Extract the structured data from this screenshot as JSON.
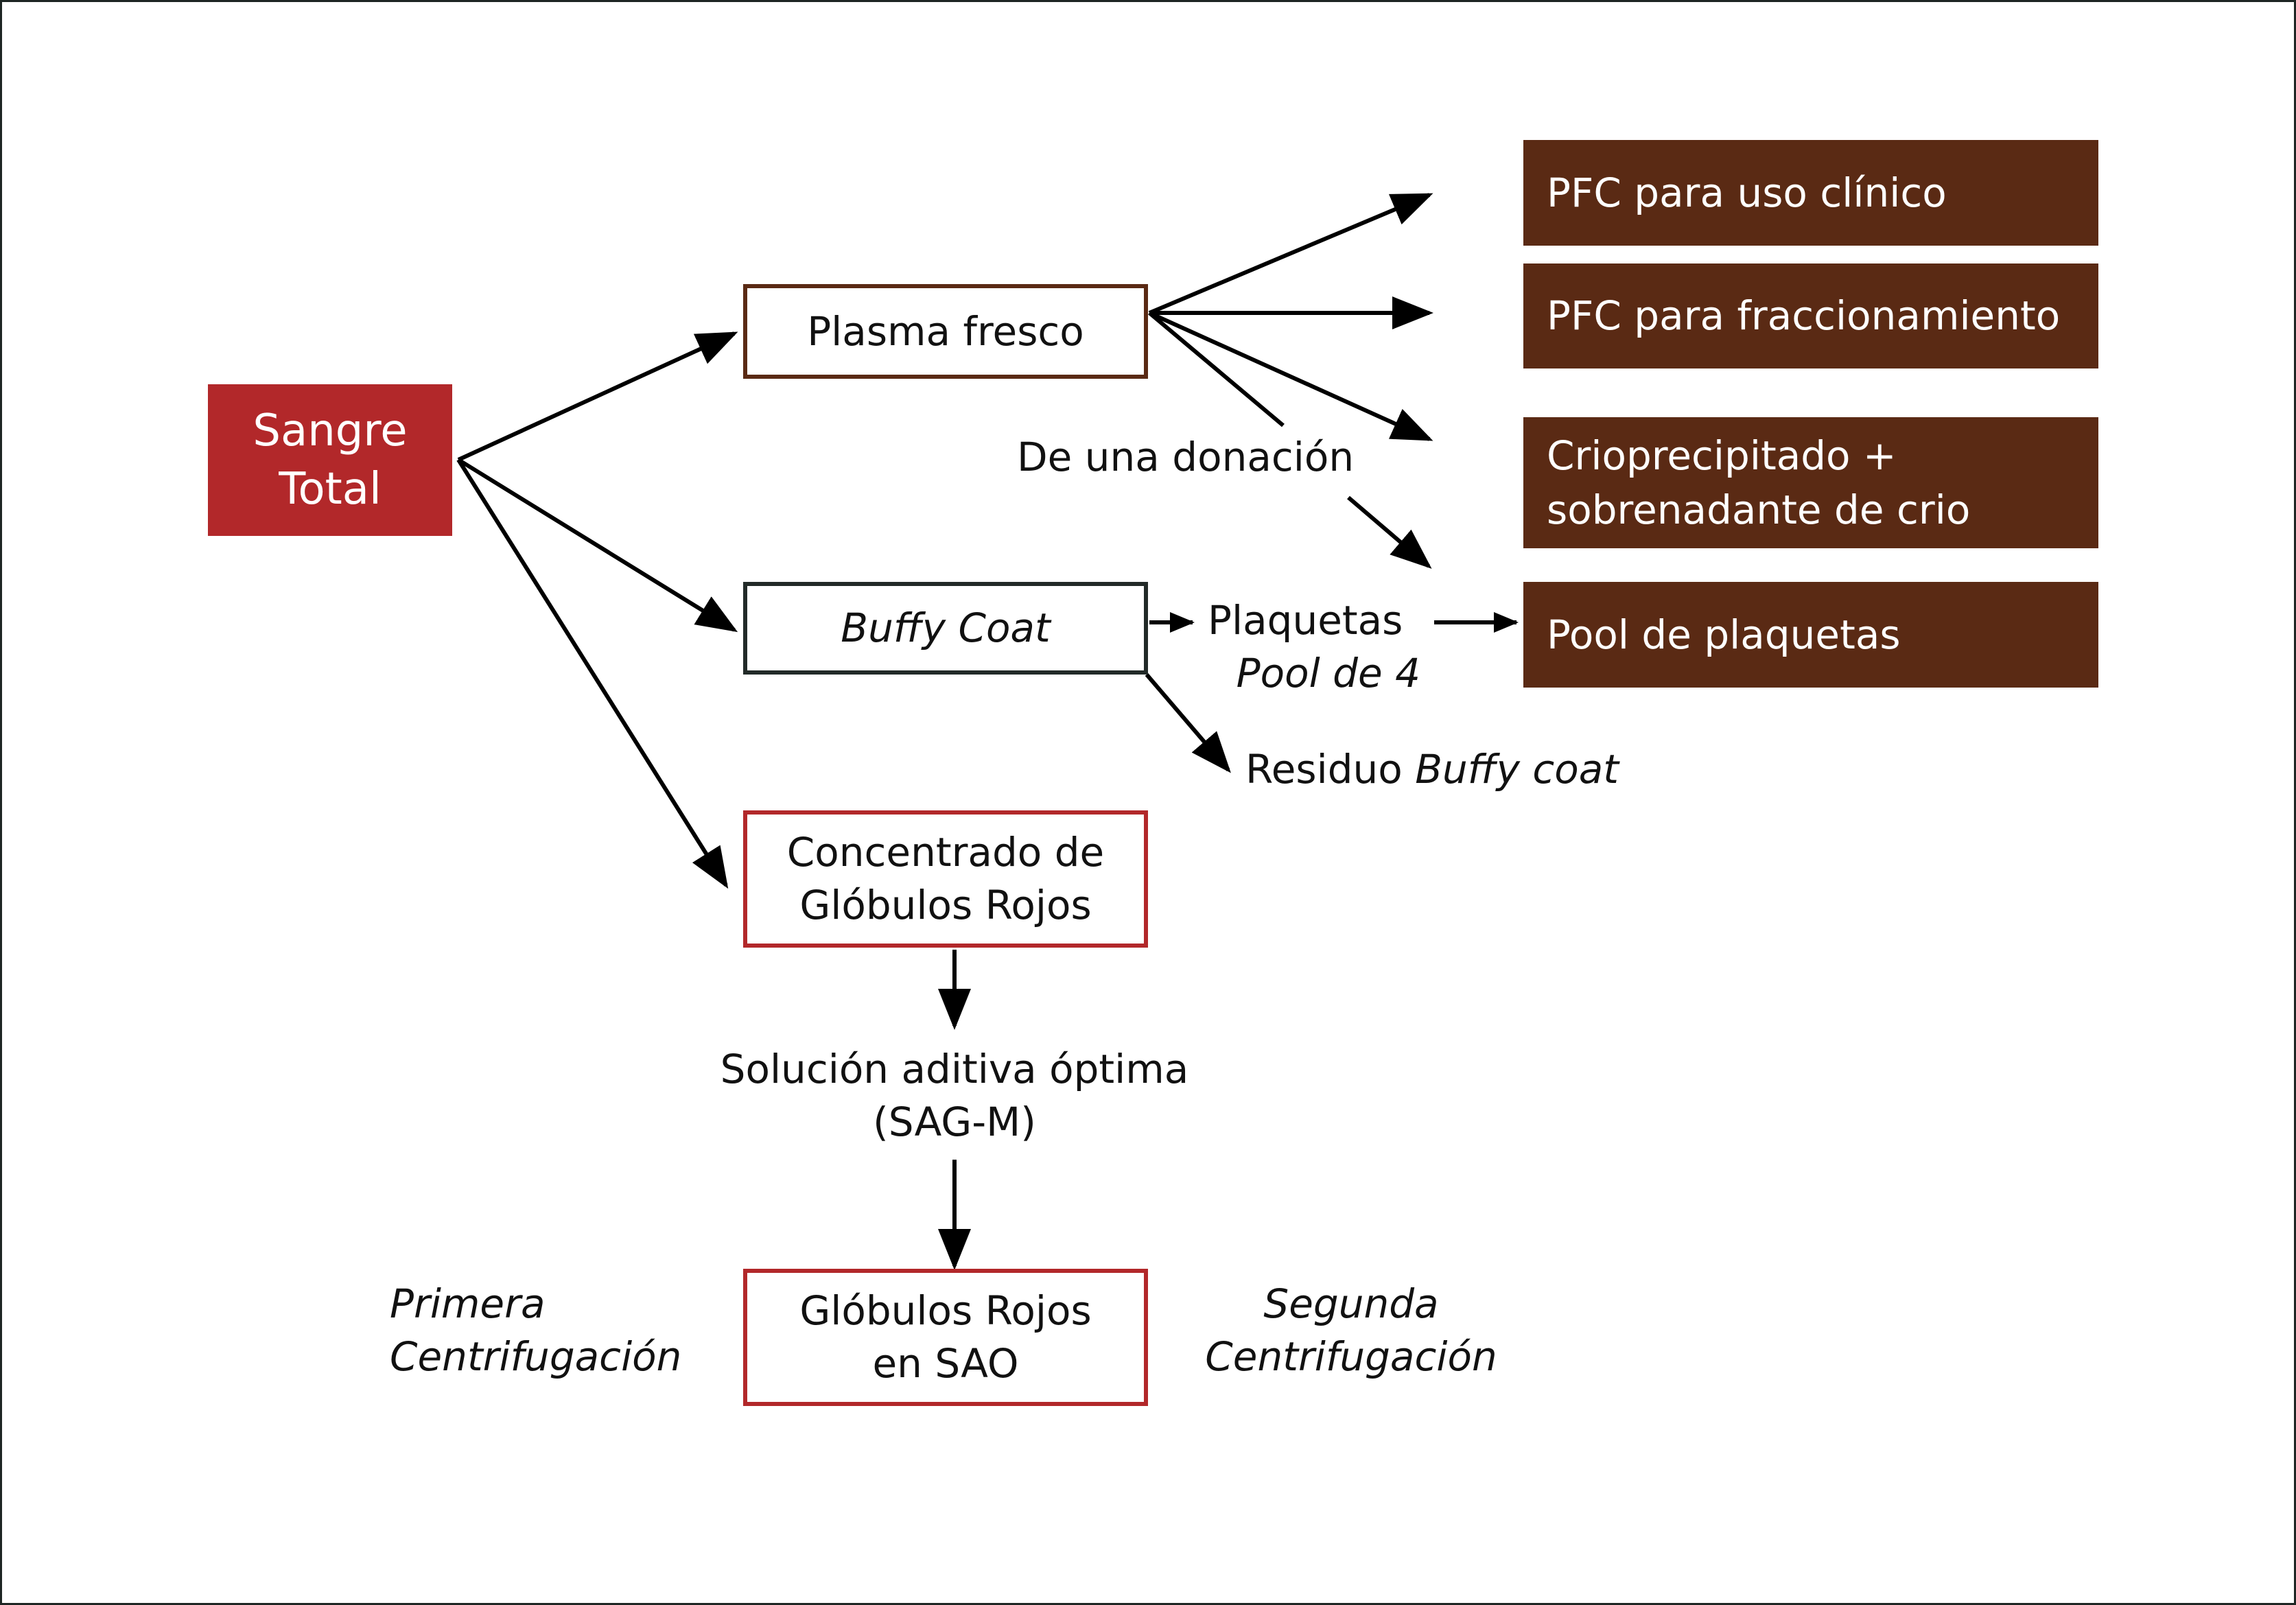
{
  "diagram": {
    "colors": {
      "source_fill": "#B2282A",
      "plasma_outline": "#5A2A14",
      "buffy_outline": "#222A28",
      "red_cell_outline": "#B2282A",
      "product_fill": "#5A2A14",
      "arrow": "#000000"
    },
    "source": {
      "line1": "Sangre",
      "line2": "Total"
    },
    "components": {
      "plasma": "Plasma fresco",
      "buffy": "Buffy Coat",
      "red_concentrate": {
        "line1": "Concentrado de",
        "line2": "Glóbulos Rojos"
      },
      "red_in_sao": {
        "line1": "Glóbulos Rojos",
        "line2": "en SAO"
      }
    },
    "products": [
      {
        "line1": "PFC para uso clínico"
      },
      {
        "line1": "PFC para fraccionamiento"
      },
      {
        "line1": "Crioprecipitado +",
        "line2": "sobrenadante de crio"
      },
      {
        "line1": "Pool de plaquetas"
      }
    ],
    "labels": {
      "single_donation": "De una donación",
      "platelets": "Plaquetas",
      "pool_of_4": "Pool de 4",
      "buffy_residue_prefix": "Residuo ",
      "buffy_residue_italic": "Buffy coat",
      "additive_line1": "Solución aditiva óptima",
      "additive_line2": "(SAG-M)",
      "first_spin_line1": "Primera",
      "first_spin_line2": "Centrifugación",
      "second_spin_line1": "Segunda",
      "second_spin_line2": "Centrifugación"
    },
    "edges": [
      {
        "from": "Sangre Total",
        "to": "Plasma fresco"
      },
      {
        "from": "Sangre Total",
        "to": "Buffy Coat"
      },
      {
        "from": "Sangre Total",
        "to": "Concentrado de Glóbulos Rojos"
      },
      {
        "from": "Plasma fresco",
        "to": "PFC para uso clínico"
      },
      {
        "from": "Plasma fresco",
        "to": "PFC para fraccionamiento"
      },
      {
        "from": "Plasma fresco",
        "to": "Crioprecipitado + sobrenadante de crio"
      },
      {
        "from": "Plasma fresco",
        "to": "De una donación"
      },
      {
        "from": "De una donación",
        "to": "Pool de plaquetas"
      },
      {
        "from": "Buffy Coat",
        "to": "Plaquetas Pool de 4"
      },
      {
        "from": "Plaquetas Pool de 4",
        "to": "Pool de plaquetas"
      },
      {
        "from": "Buffy Coat",
        "to": "Residuo Buffy coat"
      },
      {
        "from": "Concentrado de Glóbulos Rojos",
        "to": "Solución aditiva óptima (SAG-M)"
      },
      {
        "from": "Solución aditiva óptima (SAG-M)",
        "to": "Glóbulos Rojos en SAO"
      }
    ]
  }
}
